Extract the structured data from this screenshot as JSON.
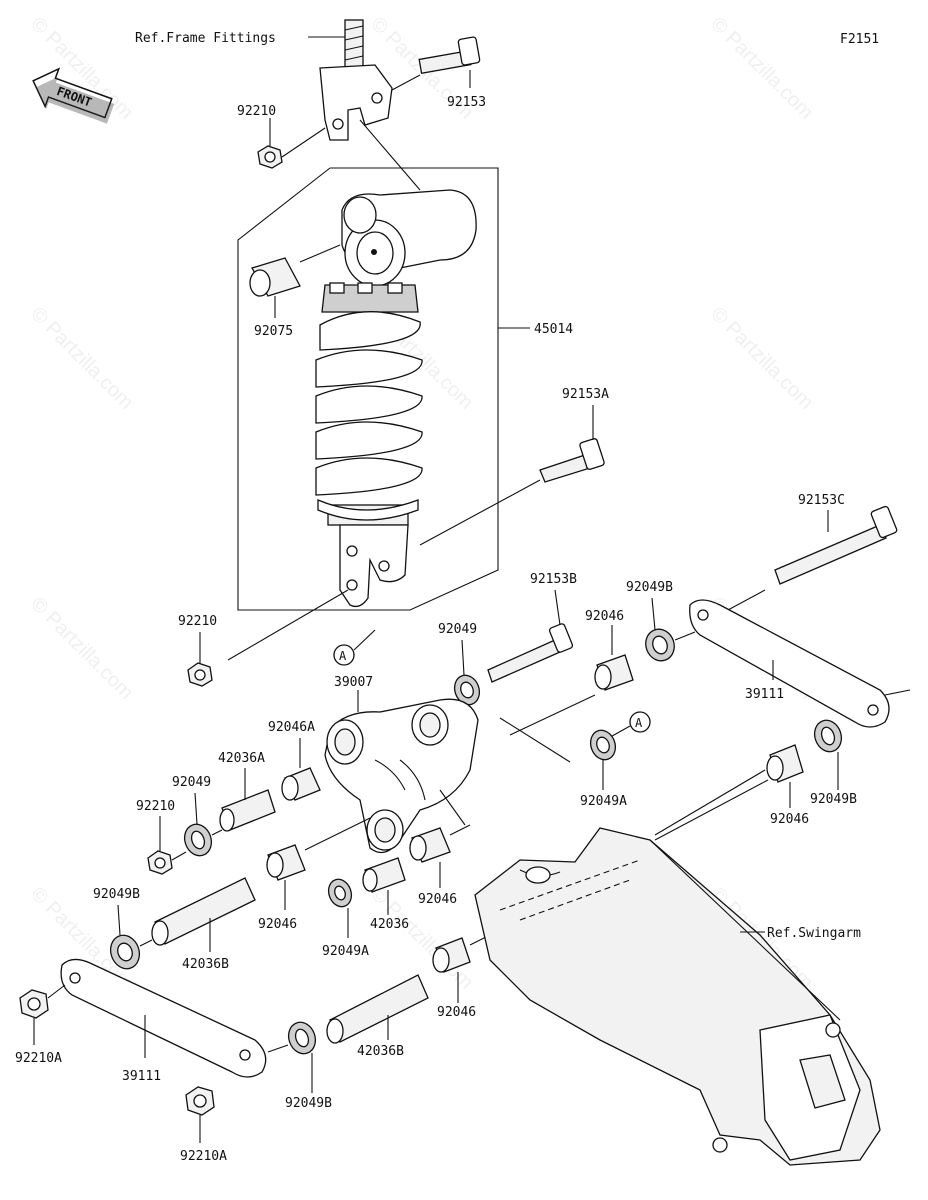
{
  "figure_code": "F2151",
  "watermark": "© Partzilla.com",
  "front_badge": "FRONT",
  "references": {
    "frame_fittings": "Ref.Frame Fittings",
    "swingarm": "Ref.Swingarm"
  },
  "callouts": {
    "circle_a_1": "A",
    "circle_a_2": "A"
  },
  "part_labels": [
    {
      "id": "92153",
      "text": "92153"
    },
    {
      "id": "92210-top",
      "text": "92210"
    },
    {
      "id": "92075",
      "text": "92075"
    },
    {
      "id": "45014",
      "text": "45014"
    },
    {
      "id": "92153a",
      "text": "92153A"
    },
    {
      "id": "92153c",
      "text": "92153C"
    },
    {
      "id": "92210-mid",
      "text": "92210"
    },
    {
      "id": "92153b",
      "text": "92153B"
    },
    {
      "id": "92049b-top",
      "text": "92049B"
    },
    {
      "id": "92049-top",
      "text": "92049"
    },
    {
      "id": "92046-top",
      "text": "92046"
    },
    {
      "id": "39007",
      "text": "39007"
    },
    {
      "id": "39111-right",
      "text": "39111"
    },
    {
      "id": "92046a",
      "text": "92046A"
    },
    {
      "id": "42036a",
      "text": "42036A"
    },
    {
      "id": "92049-left",
      "text": "92049"
    },
    {
      "id": "92210-left",
      "text": "92210"
    },
    {
      "id": "92049a-right",
      "text": "92049A"
    },
    {
      "id": "92049b-right",
      "text": "92049B"
    },
    {
      "id": "92046-right",
      "text": "92046"
    },
    {
      "id": "92049b-left",
      "text": "92049B"
    },
    {
      "id": "92046-center",
      "text": "92046"
    },
    {
      "id": "92046-mid",
      "text": "92046"
    },
    {
      "id": "42036",
      "text": "42036"
    },
    {
      "id": "92049a-mid",
      "text": "92049A"
    },
    {
      "id": "42036b-left",
      "text": "42036B"
    },
    {
      "id": "92210a-left",
      "text": "92210A"
    },
    {
      "id": "39111-left",
      "text": "39111"
    },
    {
      "id": "92049b-bottom",
      "text": "92049B"
    },
    {
      "id": "42036b-bottom",
      "text": "42036B"
    },
    {
      "id": "92046-bottom",
      "text": "92046"
    },
    {
      "id": "92210a-bottom",
      "text": "92210A"
    }
  ]
}
